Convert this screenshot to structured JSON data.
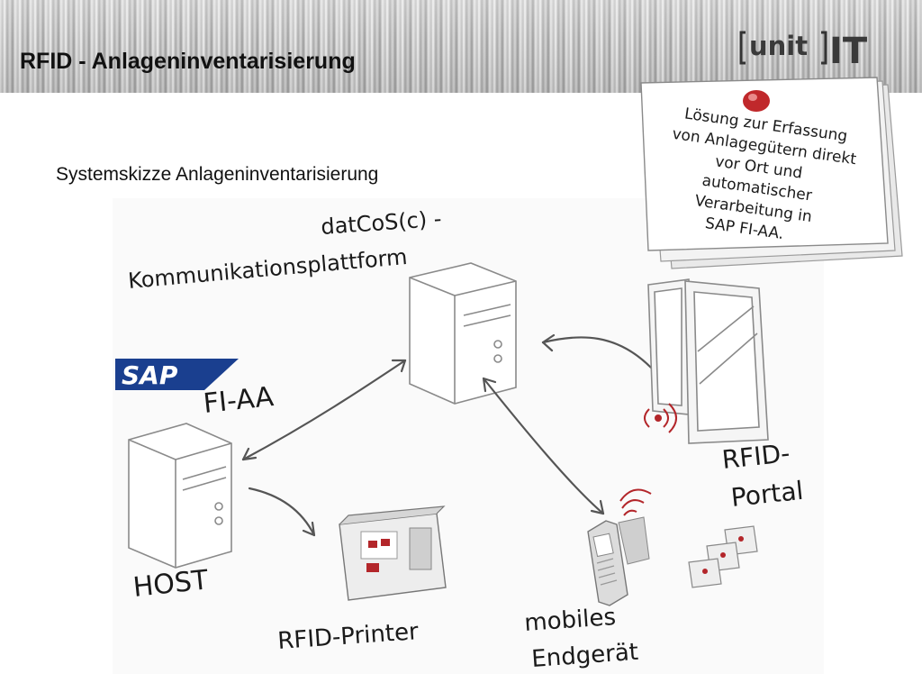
{
  "header": {
    "title": "RFID - Anlageninventarisierung",
    "logo_left": "unit",
    "logo_right": "IT"
  },
  "subtitle": "Systemskizze Anlageninventarisierung",
  "note": {
    "lines": [
      "Lösung zur Erfassung",
      "von Anlagegütern direkt",
      "vor Ort und",
      "automatischer",
      "Verarbeitung in",
      "SAP FI-AA."
    ]
  },
  "diagram": {
    "platform_label_1": "datCoS(c) -",
    "platform_label_2": "Kommunikationsplattform",
    "sap_logo": "SAP",
    "fi_aa_label": "FI-AA",
    "host_label": "HOST",
    "printer_label": "RFID-Printer",
    "portal_label_1": "RFID-",
    "portal_label_2": "Portal",
    "mobile_label_1": "mobiles",
    "mobile_label_2": "Endgerät"
  },
  "colors": {
    "sap_blue": "#1a3f8f",
    "pin_red": "#c0282b",
    "rfid_red": "#b3262a",
    "sketch_line": "#777777",
    "text_dark": "#1a1a1a"
  }
}
